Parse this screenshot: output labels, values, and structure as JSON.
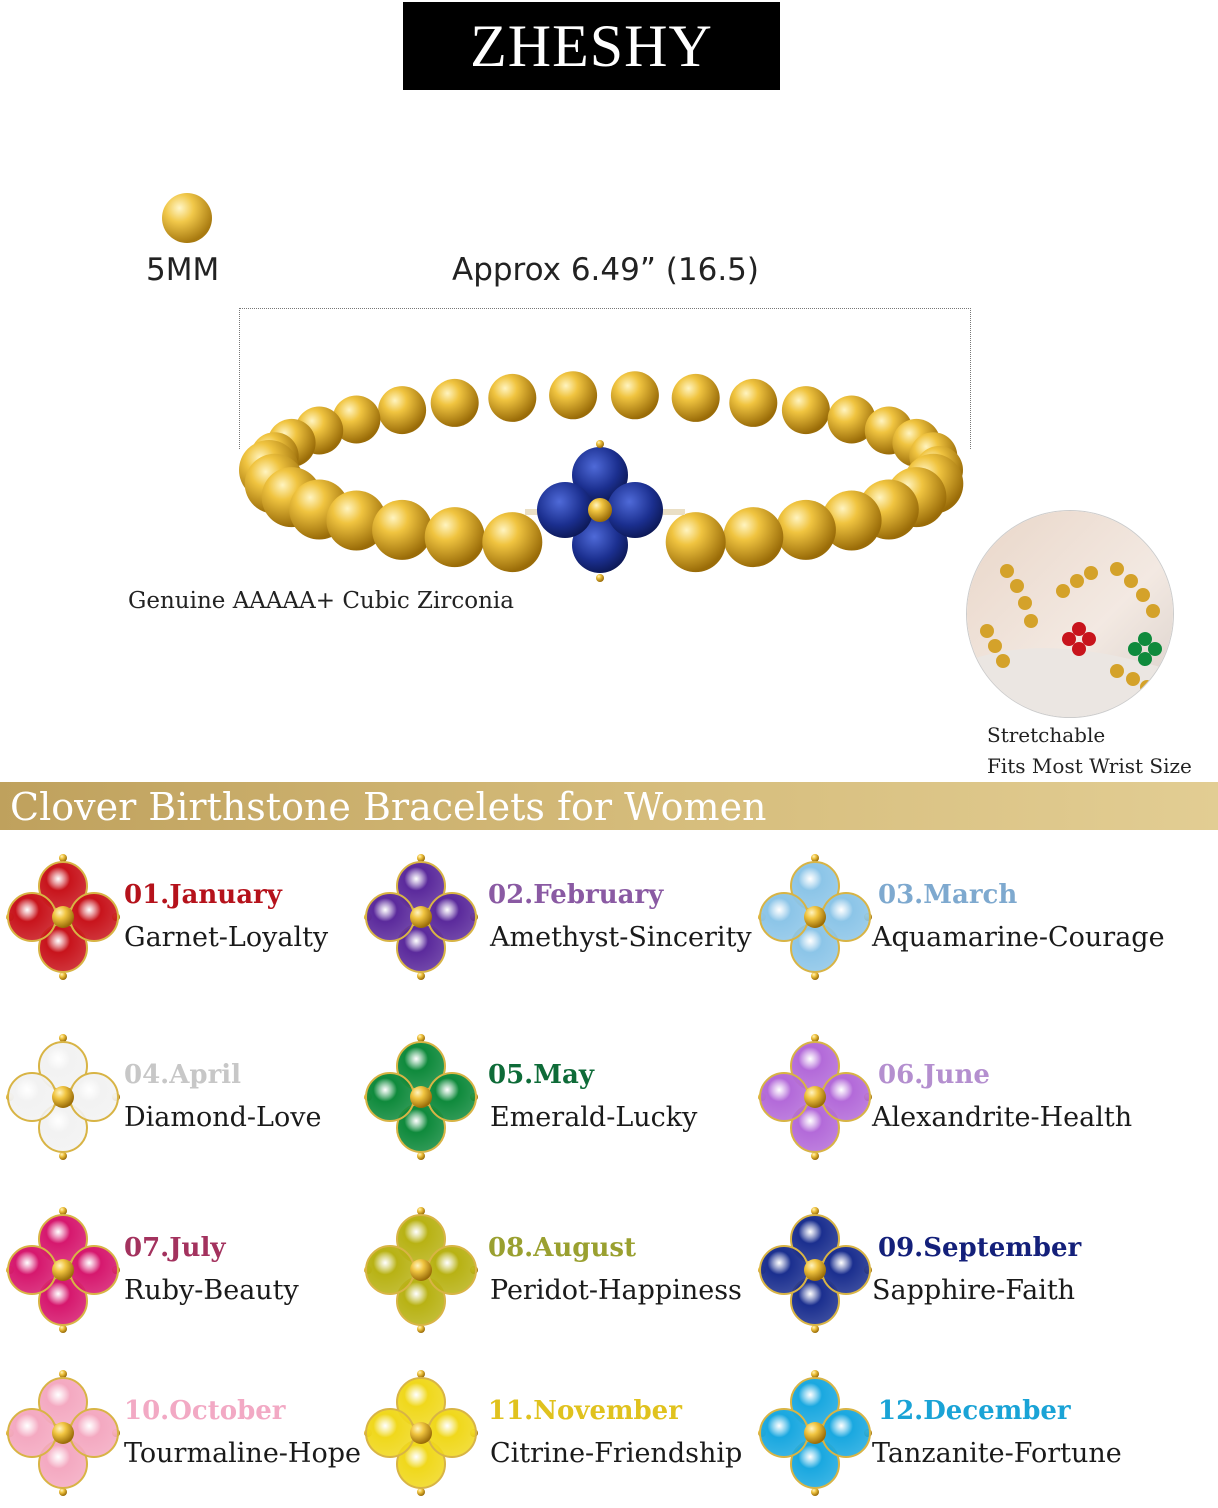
{
  "brand": "ZHESHY",
  "bead_size": "5MM",
  "length": "Approx 6.49” (16.5)",
  "cz_text": "Genuine AAAAA+ Cubic Zirconia",
  "stretch": {
    "line1": "Stretchable",
    "line2": "Fits Most Wrist Size"
  },
  "banner_title": "Clover Birthstone Bracelets for Women",
  "colors": {
    "gold": "#d9a920",
    "banner": "#c9ad6a",
    "feature_stone": "#1b2f8f"
  },
  "stones": [
    {
      "month": "01.January",
      "name": "Garnet-Loyalty",
      "color": "#c8141c",
      "label_color": "#b5121b"
    },
    {
      "month": "02.February",
      "name": "Amethyst-Sincerity",
      "color": "#5b2a9c",
      "label_color": "#8a5aa3"
    },
    {
      "month": "03.March",
      "name": "Aquamarine-Courage",
      "color": "#8cc5e8",
      "label_color": "#7ea9cf"
    },
    {
      "month": "04.April",
      "name": "Diamond-Love",
      "color": "#f2f2f2",
      "label_color": "#c7c7c7"
    },
    {
      "month": "05.May",
      "name": "Emerald-Lucky",
      "color": "#0f8a3c",
      "label_color": "#0e6b38"
    },
    {
      "month": "06.June",
      "name": "Alexandrite-Health",
      "color": "#b36ad9",
      "label_color": "#b48fcf"
    },
    {
      "month": "07.July",
      "name": "Ruby-Beauty",
      "color": "#d6186e",
      "label_color": "#a3325e"
    },
    {
      "month": "08.August",
      "name": "Peridot-Happiness",
      "color": "#b8b214",
      "label_color": "#9aa030"
    },
    {
      "month": "09.September",
      "name": "Sapphire-Faith",
      "color": "#1b2f8f",
      "label_color": "#14207a"
    },
    {
      "month": "10.October",
      "name": "Tourmaline-Hope",
      "color": "#f4a9c1",
      "label_color": "#f2a9c4"
    },
    {
      "month": "11.November",
      "name": "Citrine-Friendship",
      "color": "#f0d81c",
      "label_color": "#e0c21e"
    },
    {
      "month": "12.December",
      "name": "Tanzanite-Fortune",
      "color": "#1aa8e0",
      "label_color": "#1aa3d6"
    }
  ]
}
